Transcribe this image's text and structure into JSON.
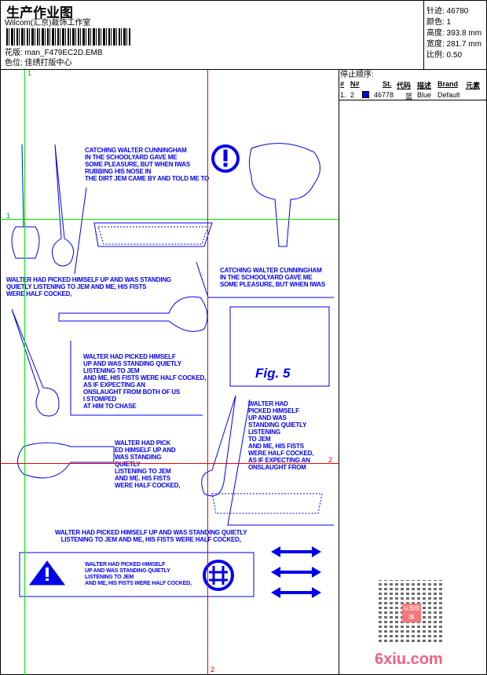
{
  "header": {
    "title": "生产作业图",
    "company": "Wilcom(汇京)裁饰工作室",
    "design_label": "花版: man_F479EC2D.EMB",
    "color_label": "色位: 佳绣打版中心"
  },
  "stats": {
    "stitches": "针迹: 46780",
    "colors": "颜色: 1",
    "height": "高度: 393.8 mm",
    "width": "宽度: 281.7 mm",
    "scale": "比例: 0.50"
  },
  "stop_sequence": {
    "title": "停止顺序:",
    "columns": [
      "#",
      "N#",
      "St.",
      "代码",
      "描述",
      "Brand",
      "元素"
    ],
    "rows": [
      {
        "index": "1.",
        "needle": "2",
        "swatch_color": "#0000ff",
        "stitches": "46778",
        "code": "蓝",
        "description": "Blue",
        "brand": "Default"
      }
    ]
  },
  "guides": {
    "green_v": "1",
    "green_h": "1",
    "red_v": "2",
    "red_h": "2"
  },
  "design_text": {
    "t1": "CATCHING WALTER CUNNINGHAM\nIN THE SCHOOLYARD GAVE ME\nSOME PLEASURE, BUT WHEN IWAS\nRUBBING HIS NOSE IN\nTHE DIRT JEM CAME BY AND TOLD ME TO",
    "t2": "CATCHING WALTER CUNNINGHAM\nIN THE SCHOOLYARD GAVE ME\nSOME PLEASURE, BUT WHEN IWAS",
    "t3": "WALTER HAD PICKED HIMSELF UP AND WAS STANDING\nQUIETLY LISTENING TO JEM AND ME, HIS FISTS\nWERE HALF COCKED,",
    "t4": "WALTER HAD PICKED HIMSELF\nUP AND WAS STANDING QUIETLY\n LISTENING TO JEM\nAND ME, HIS FISTS WERE HALF COCKED,\n AS IF EXPECTING AN\nONSLAUGHT FROM BOTH OF US\nI STOMPED\nAT HIM TO CHASE",
    "t5": "WALTER HAD PICK\nED HIMSELF UP AND\nWAS STANDING\nQUIETLY\n LISTENING TO JEM\nAND ME. HIS FISTS\nWERE HALF COCKED,",
    "t6": "WALTER HAD\nPICKED HIMSELF\nUP AND WAS\nSTANDING QUIETLY\n LISTENING\n TO JEM\nAND ME, HIS FISTS\nWERE HALF COCKED,\n AS IF EXPECTING AN\nONSLAUGHT FROM",
    "t7": "WALTER HAD PICKED HIMSELF UP AND WAS STANDING QUIETLY\nLISTENING TO JEM AND ME, HIS FISTS WERE HALF COCKED,",
    "t8": "WALTER HAD PICKED HIMSELF\nUP AND WAS STANDING QUIETLY\n LISTENING TO JEM\nAND ME, HIS FISTS WERE HALF COCKED,",
    "fig": "Fig. 5"
  },
  "watermark": {
    "site": "6xiu.com",
    "seal": "以图取版"
  }
}
